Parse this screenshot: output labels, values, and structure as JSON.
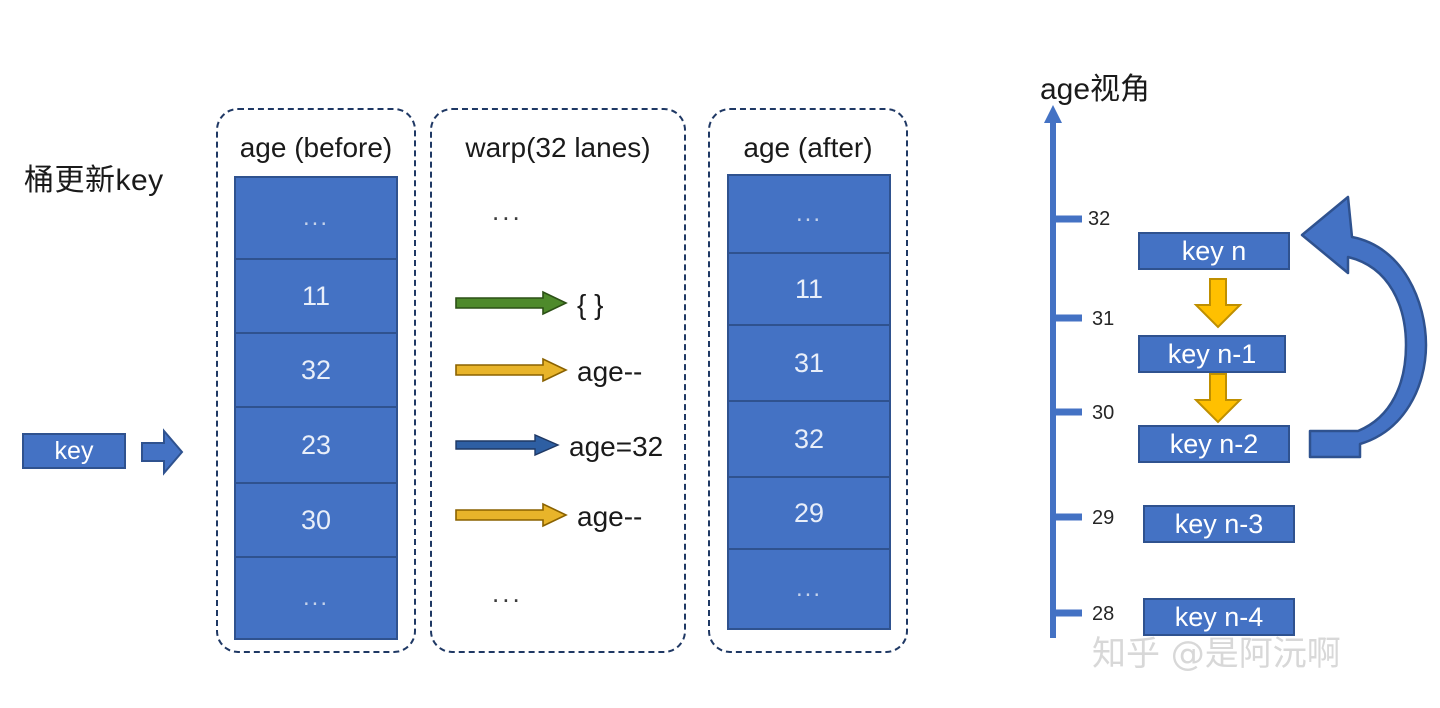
{
  "colors": {
    "cell_fill": "#4472C4",
    "cell_stroke": "#2F528F",
    "axis_blue": "#4472C4",
    "arrow_green": "#4E8A2B",
    "arrow_gold": "#E8B42A",
    "arrow_blue": "#2E5FA3",
    "panel_dash": "#1F3864",
    "watermark": "#d8d8d8"
  },
  "left": {
    "caption": "桶更新key",
    "key_box_label": "key",
    "flow_arrow_icon": "block-arrow-right-icon"
  },
  "panels": {
    "before": {
      "title": "age (before)",
      "cells": [
        "...",
        "11",
        "32",
        "23",
        "30",
        "..."
      ]
    },
    "warp": {
      "title": "warp(32 lanes)",
      "top_ellipsis": "...",
      "bottom_ellipsis": "...",
      "rows": [
        {
          "label": "{ }",
          "color": "#4E8A2B",
          "arrow": "arrow-right-green-icon"
        },
        {
          "label": "age--",
          "color": "#E8B42A",
          "arrow": "arrow-right-gold-icon"
        },
        {
          "label": "age=32",
          "color": "#2E5FA3",
          "arrow": "arrow-right-blue-icon"
        },
        {
          "label": "age--",
          "color": "#E8B42A",
          "arrow": "arrow-right-gold-icon"
        }
      ]
    },
    "after": {
      "title": "age (after)",
      "cells": [
        "...",
        "11",
        "31",
        "32",
        "29",
        "..."
      ]
    }
  },
  "age_view": {
    "title": "age视角",
    "axis_icon": "axis-up-arrow-icon",
    "ticks": [
      "32",
      "31",
      "30",
      "29",
      "28"
    ],
    "key_boxes": [
      "key n",
      "key n-1",
      "key n-2",
      "key n-3",
      "key n-4"
    ],
    "down_arrows": [
      "down-arrow-gold-icon",
      "down-arrow-gold-icon"
    ],
    "recycle_arrow_icon": "curved-arrow-up-left-icon"
  },
  "watermark": "知乎 @是阿沅啊"
}
